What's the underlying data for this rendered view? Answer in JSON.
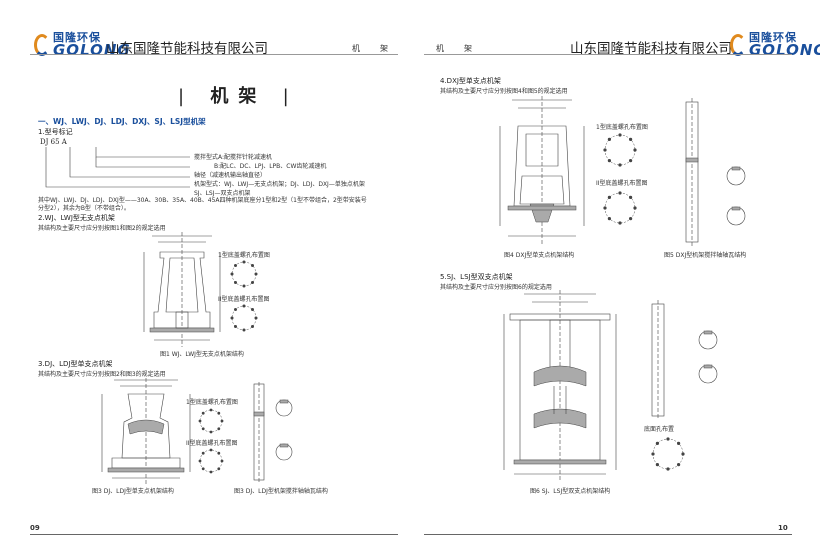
{
  "header": {
    "logo_cn": "国隆环保",
    "logo_en": "GOLONG",
    "company": "山东国隆节能科技有限公司",
    "section_left": "机　架",
    "section_right": "机　架"
  },
  "left_page": {
    "title": "机架",
    "heading": "一、WJ、LWJ、DJ、LDJ、DXJ、SJ、LSJ型机架",
    "sub1": "1.型号标记",
    "model_code": "DJ    65    A",
    "legend": [
      "搅拌型式A:配搅拌针轮减速机",
      "B:配LC、DC、LPJ、LPB、CW齿轮减速机",
      "轴径（减速机输出轴直径）",
      "机架型式：WJ、LWJ—无支点机架；DJ、LDJ、DXJ—单独点机架",
      "SJ、LSJ—双支点机架"
    ],
    "note": "其中WJ、LWJ、DJ、LDJ、DXJ型——30A、30B、35A、40B、45A四种机架底座分1型和2型（1型不带组合，2型带安装号 分型2），其余为B型（不带组合）。",
    "sub2": "2.WJ、LWJ型无支点机架",
    "sub2_note": "其结构及主要尺寸应分别按图1和图2的规定选用",
    "fig1_caption": "图1 WJ、LWJ型无支点机架结构",
    "sub3": "3.DJ、LDJ型单支点机架",
    "sub3_note": "其结构及主要尺寸应分别按图2和图3的规定选用",
    "fig3_caption": "图3 DJ、LDJ型单支点机架结构",
    "fig3b_caption": "图3 DJ、LDJ型机架搅拌轴轴瓦结构",
    "hole_label_1": "1型底盖螺孔布置图",
    "hole_label_2": "II型底盖螺孔布置图",
    "page_number": "09"
  },
  "right_page": {
    "sub4": "4.DXJ型单支点机架",
    "sub4_note": "其结构及主要尺寸应分别按图4和图5的规定选用",
    "fig4_caption": "图4 DXJ型单支点机架结构",
    "fig5_caption": "图5 DXJ型机架搅拌轴轴瓦结构",
    "sub5": "5.SJ、LSJ型双支点机架",
    "sub5_note": "其结构及主要尺寸应分别按图6的规定选用",
    "fig6_caption": "图6 SJ、LSJ型双支点机架结构",
    "hole_label_1": "1型底盖螺孔布置图",
    "hole_label_2": "II型底盖螺孔布置图",
    "hole_label_3": "底面孔布置",
    "page_number": "10"
  }
}
